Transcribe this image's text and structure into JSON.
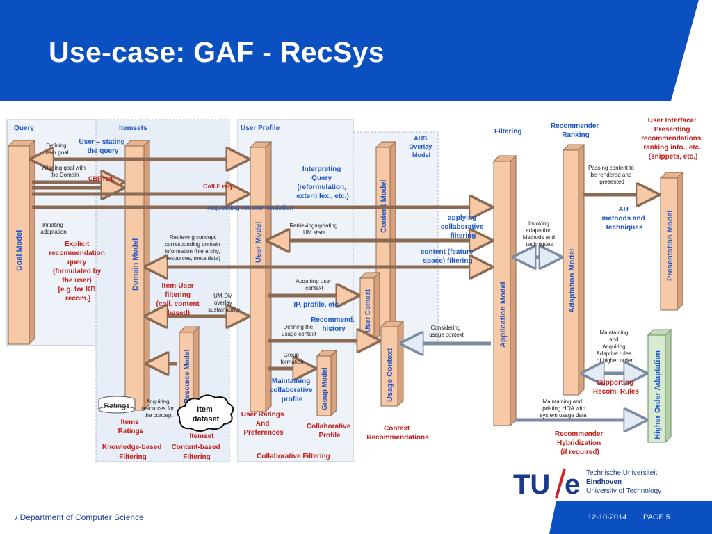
{
  "slide_title": "Use-case: GAF - RecSys",
  "colors": {
    "header_blue": "#0b50c0",
    "box_fill": "#f7c9a7",
    "box_stroke": "#8a6a52",
    "text_blue": "#1d55c8",
    "text_red": "#c0201b",
    "region_fill": "#eef2f9",
    "hoa_fill": "#d8ead2"
  },
  "diagram": {
    "regions": {
      "query": "Query",
      "itemsets": "Itemsets",
      "user_profile": "User Profile",
      "filtering": "Filtering",
      "recommender_ranking": [
        "Recommender",
        "Ranking"
      ],
      "user_interface": [
        "User Interface:",
        "Presenting",
        "recommendations,",
        "ranking info., etc.",
        "(snippets, etc.)"
      ],
      "knowledge_based": [
        "Knowledge-based",
        "Filtering"
      ],
      "content_based": [
        "Content-based",
        "Filtering"
      ],
      "collaborative": "Collaborative Filtering"
    },
    "components": {
      "goal_model": "Goal Model",
      "domain_model": "Domain Model",
      "user_model": "User Model",
      "content_model": "Content Model",
      "user_context": "User Context",
      "usage_context": "Usage Context",
      "group_model": "Group Model",
      "resource_model": "Resource Model",
      "application_model": "Application Model",
      "adaptation_model": "Adaptation Model",
      "presentation_model": "Presentation Model",
      "higher_order_adaptation": "Higher Order Adaptation"
    },
    "labels": {
      "defining_goal": [
        "Defining",
        "user goal"
      ],
      "user_stating": [
        "User – stating",
        "the query"
      ],
      "aligning": [
        "Aligning goal with",
        "the Domain"
      ],
      "cbf_req": "CBF req.",
      "collf_req": "Coll.F req.",
      "requesting": "requesting recommendation",
      "ahs_overlay": [
        "AHS",
        "Overlay",
        "Model"
      ],
      "interpreting": [
        "Interpreting",
        "Query",
        "(reformulation,",
        "extern lex., etc.)"
      ],
      "initiating": [
        "Initiating",
        "adaptation"
      ],
      "explicit": [
        "Explicit",
        "recommendation",
        "query",
        "(formulated by",
        "the user)",
        "[e.g. for KB",
        "recom.]"
      ],
      "retrieving_concept": [
        "Retrieving concept",
        "corresponding domain",
        "information (hierarchy,",
        "resources, meta data)"
      ],
      "retrieving_um": [
        "Retrieving/updating",
        "UM state"
      ],
      "applying_cf": [
        "applying",
        "collaborative",
        "filtering"
      ],
      "content_filtering": [
        "content (feature",
        "space) filtering"
      ],
      "invoking": [
        "Invoking",
        "adaptation",
        "Methods and",
        "techniques"
      ],
      "passing": [
        "Passing content to",
        "be rendered and",
        "presented"
      ],
      "ah_methods": [
        "AH",
        "methods and",
        "techniques"
      ],
      "item_user": [
        "Item-User",
        "filtering",
        "(coll. content",
        "based)"
      ],
      "umdm": [
        "UM-DM",
        "overlay",
        "sustainability"
      ],
      "acquiring_uc": [
        "Acquiring user",
        "context"
      ],
      "ip_profile": "IP, profile, etc.",
      "recomm_history": [
        "Recommend.",
        "history"
      ],
      "defining_usage": [
        "Defining the",
        "usage context"
      ],
      "considering": [
        "Considering",
        "usage context"
      ],
      "group_formation": [
        "Group",
        "formation"
      ],
      "maintaining_cp": [
        "Maintaining",
        "collaborative",
        "profile"
      ],
      "ratings": "Ratings",
      "acquiring_res": [
        "Acquiring",
        "resources for",
        "the concept"
      ],
      "item_dataset": [
        "Item",
        "dataset"
      ],
      "items_ratings": [
        "Items",
        "Ratings"
      ],
      "itemset": "Itemset",
      "user_ratings": [
        "User Ratings",
        "And",
        "Preferences"
      ],
      "collab_profile": [
        "Collaborative",
        "Profile"
      ],
      "context_recs": [
        "Context",
        "Recommendations"
      ],
      "maintaining_hoa": [
        "Maintaining",
        "and",
        "Acquiring",
        "Adaptive rules",
        "of higher order"
      ],
      "supporting": [
        "Supporting",
        "Recom. Rules"
      ],
      "maintaining_updating": [
        "Maintaining and",
        "updating HOA with",
        "system usage data"
      ],
      "hybridization": [
        "Recommender",
        "Hybridization",
        "(if required)"
      ]
    }
  },
  "logo": {
    "mark_tu": "TU",
    "mark_e": "e",
    "lines": [
      "Technische Universiteit",
      "Eindhoven",
      "University of Technology"
    ]
  },
  "footer": {
    "department": "/ Department of Computer Science",
    "date": "12-10-2014",
    "page": "PAGE 5"
  }
}
